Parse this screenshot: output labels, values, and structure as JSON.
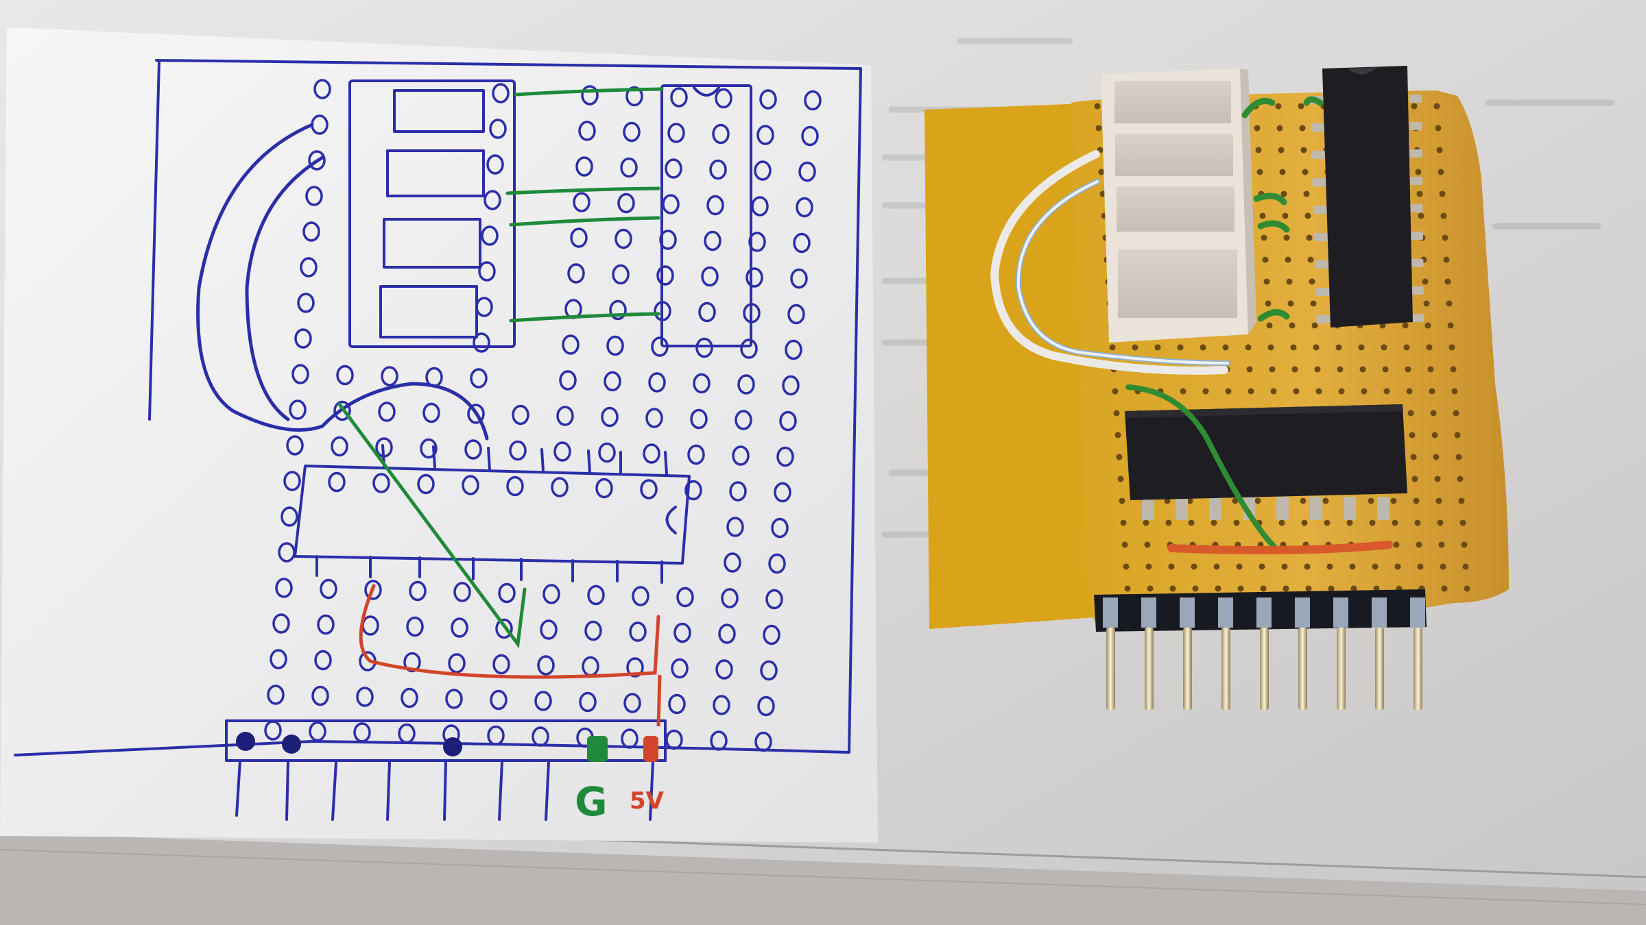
{
  "sketch": {
    "ground_label": "G",
    "supply_label": "5V",
    "ink_color": "#2b2ea8",
    "ground_color": "#1f8a3a",
    "supply_color": "#d2452a"
  },
  "board": {
    "substrate_color": "#d7a62a",
    "copper_color": "#e7b24e",
    "led_bar_segments": 4,
    "header_pins": 9
  }
}
